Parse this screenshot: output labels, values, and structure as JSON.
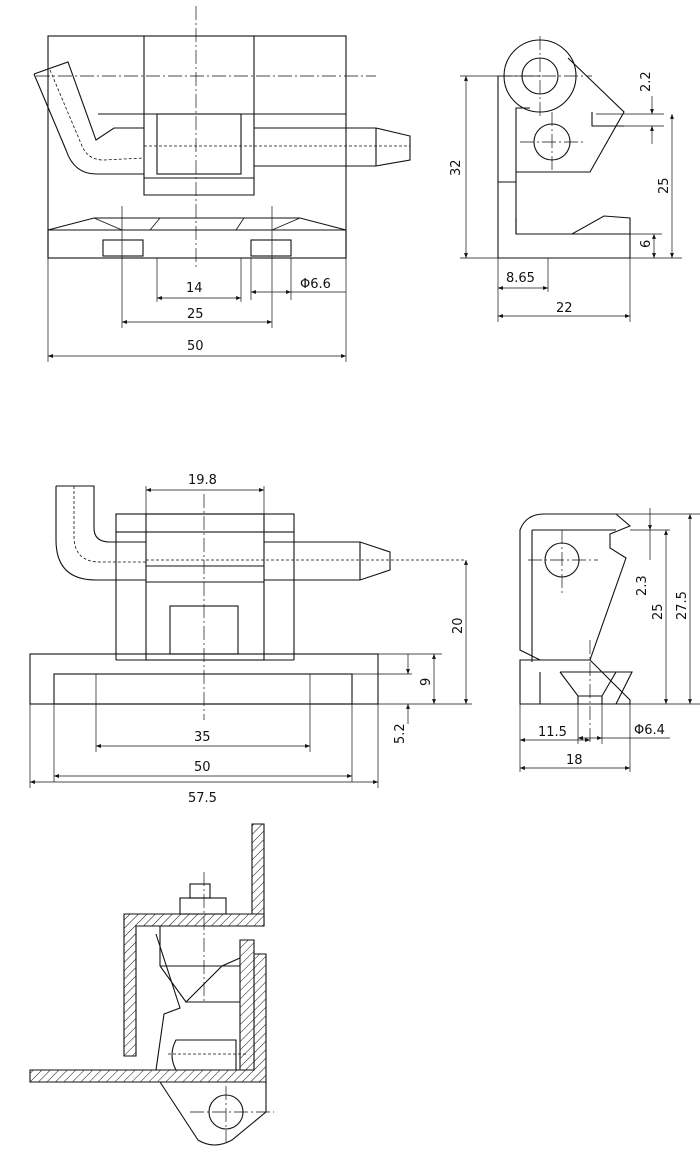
{
  "views": {
    "top_front": {
      "dims": {
        "d14": "14",
        "d25": "25",
        "d50": "50",
        "phi66": "Φ6.6"
      }
    },
    "top_side": {
      "dims": {
        "d32": "32",
        "d22a": "2.2",
        "d25": "25",
        "d6": "6",
        "d865": "8.65",
        "d22": "22"
      }
    },
    "mid_front": {
      "dims": {
        "d198": "19.8",
        "d20": "20",
        "d9": "9",
        "d52": "5.2",
        "d35": "35",
        "d50": "50",
        "d575": "57.5"
      }
    },
    "mid_side": {
      "dims": {
        "d23": "2.3",
        "d25": "25",
        "d275": "27.5",
        "phi64": "Φ6.4",
        "d115": "11.5",
        "d18": "18"
      }
    }
  }
}
